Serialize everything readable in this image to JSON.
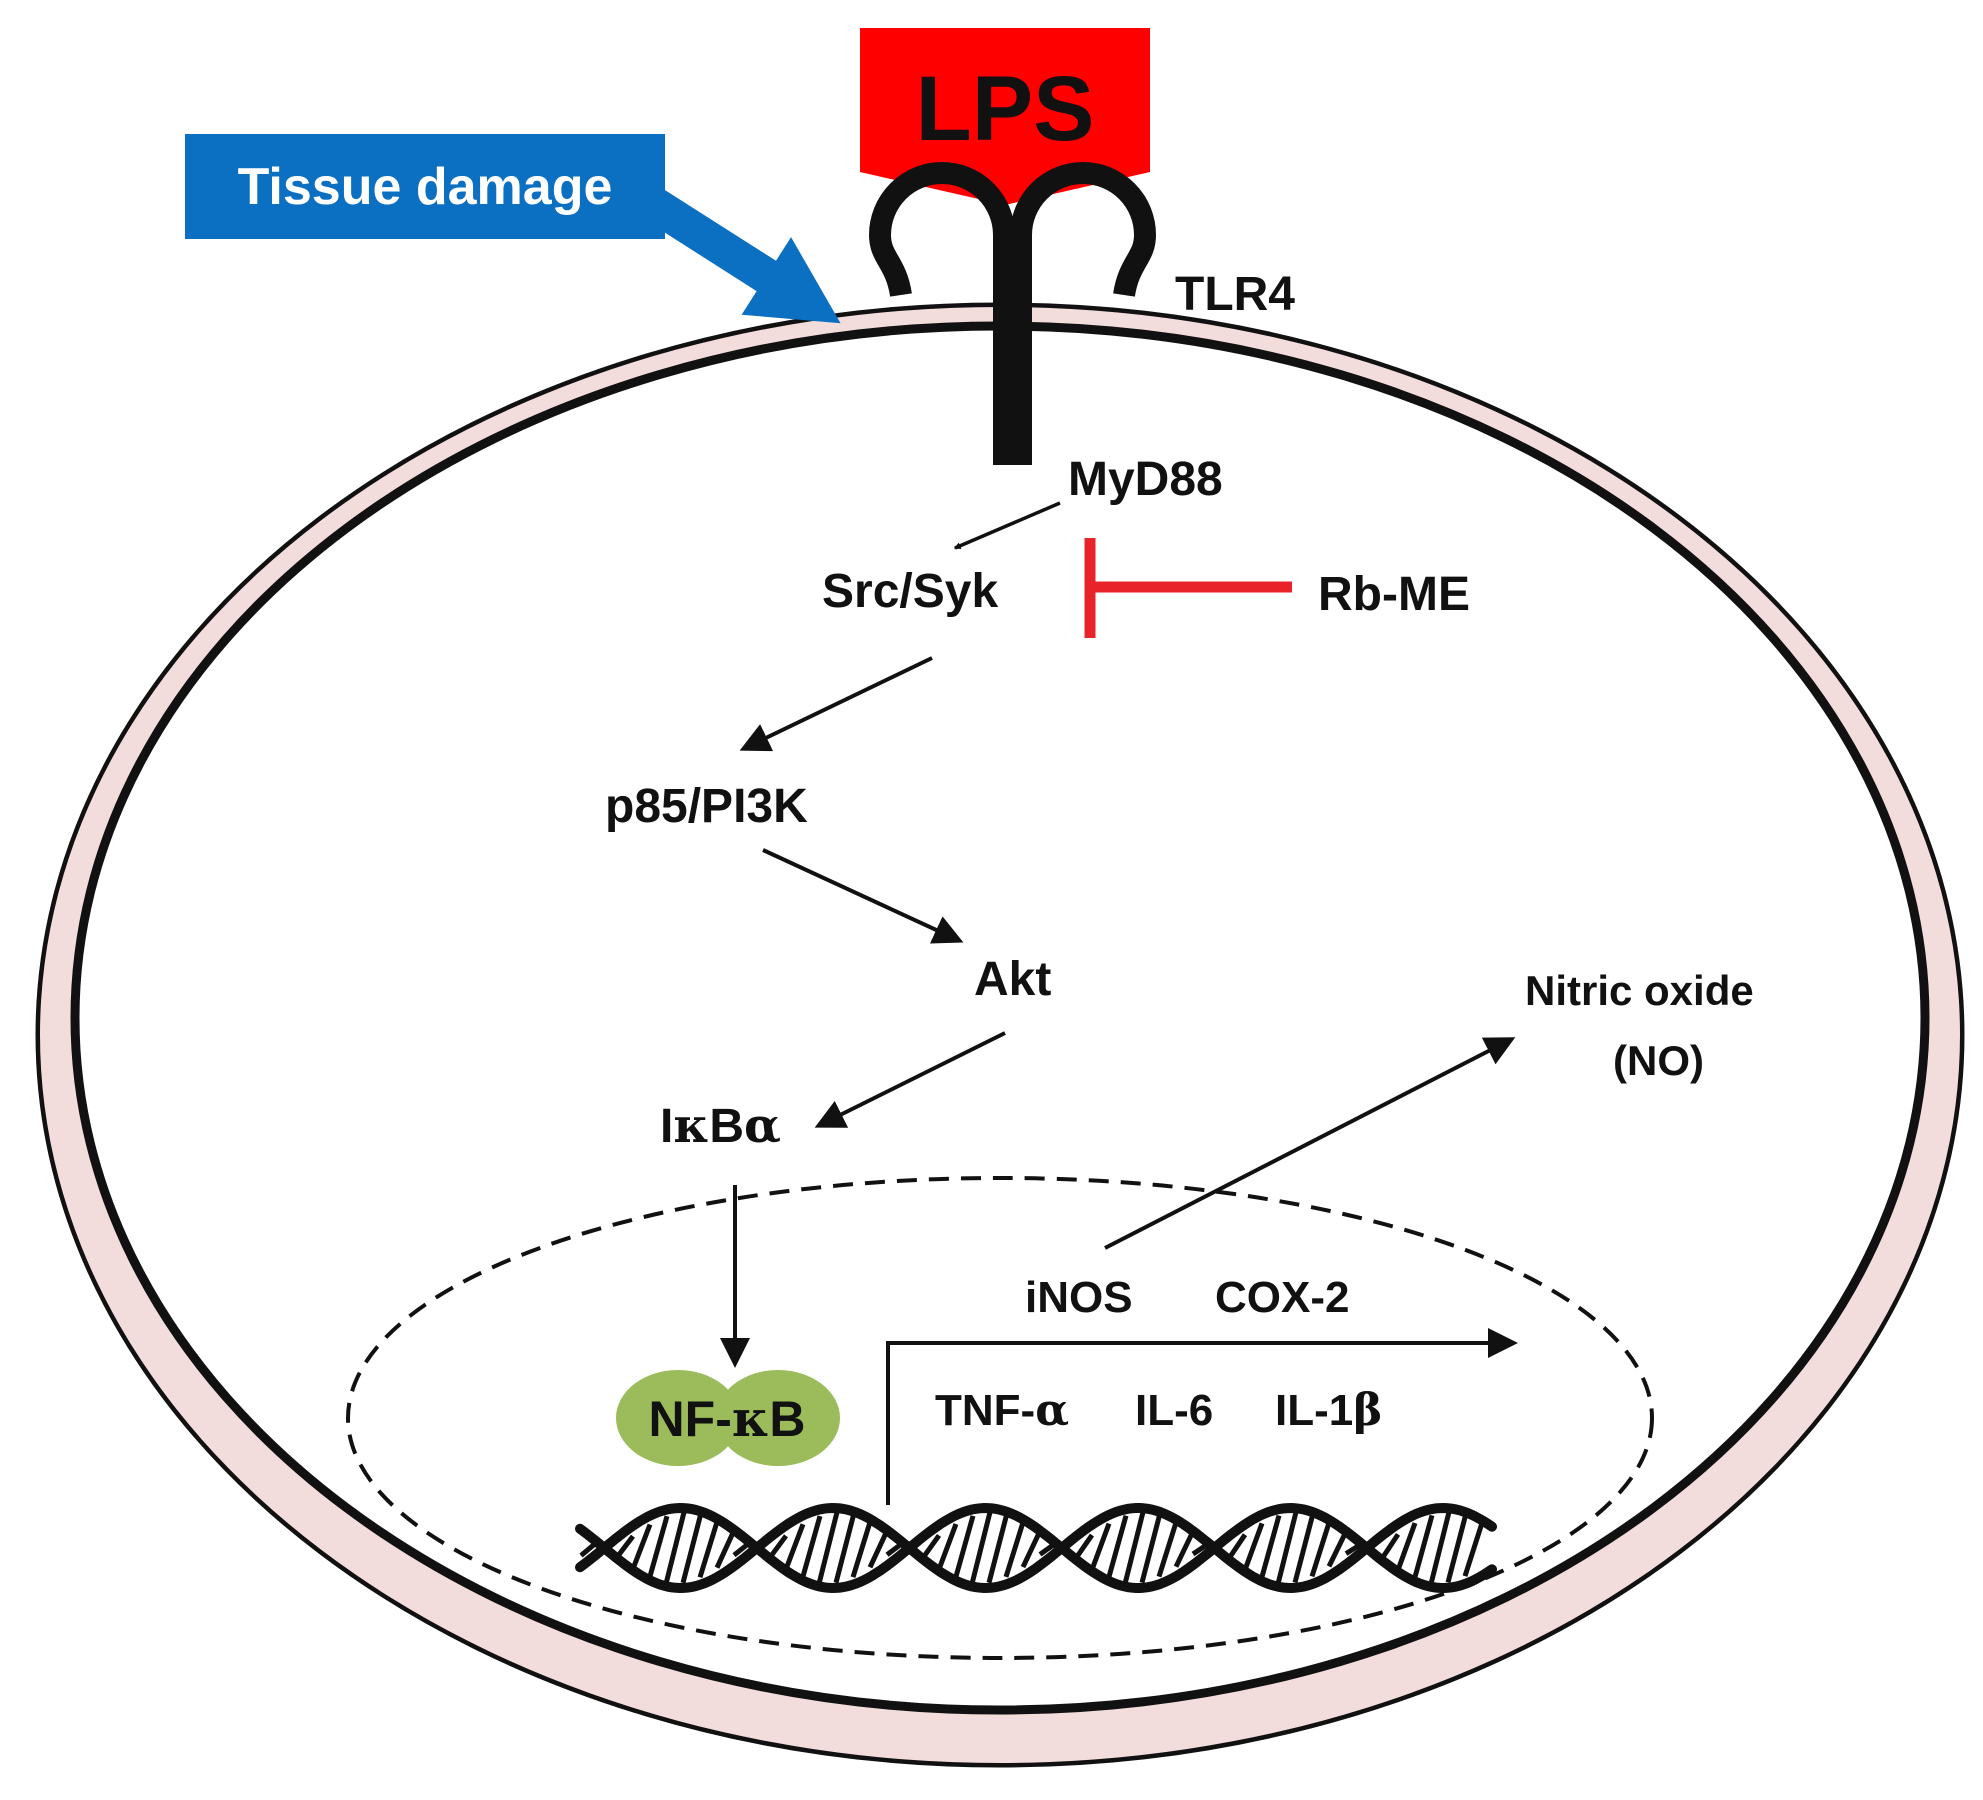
{
  "colors": {
    "lps_red": "#ff0000",
    "tissue_blue": "#0b6fc2",
    "membrane_pink": "#f3dcdc",
    "inhibit_red": "#e8232a",
    "nfkb_green": "#9cbb5a",
    "ink": "#111111"
  },
  "icons": {
    "receptor": "tlr4-receptor-icon",
    "dna": "dna-helix-icon"
  },
  "labels": {
    "lps": "LPS",
    "tissue_damage": "Tissue damage",
    "tlr4": "TLR4",
    "myd88": "MyD88",
    "src_syk": "Src/Syk",
    "rb_me": "Rb-ME",
    "p85_pi3k": "p85/PI3K",
    "akt": "Akt",
    "ikba_prefix": "I",
    "ikba_kappa": "κ",
    "ikba_b": "B",
    "ikba_alpha": "α",
    "nfkb_prefix": "NF-",
    "nfkb_kappa": "κ",
    "nfkb_b": "B",
    "nitric_oxide": "Nitric  oxide",
    "no": "(NO)",
    "inos": "iNOS",
    "cox2": "COX-2",
    "tnf_prefix": "TNF-",
    "tnf_alpha": "α",
    "il6": "IL-6",
    "il1_prefix": "IL-1",
    "il1_beta": "β"
  }
}
